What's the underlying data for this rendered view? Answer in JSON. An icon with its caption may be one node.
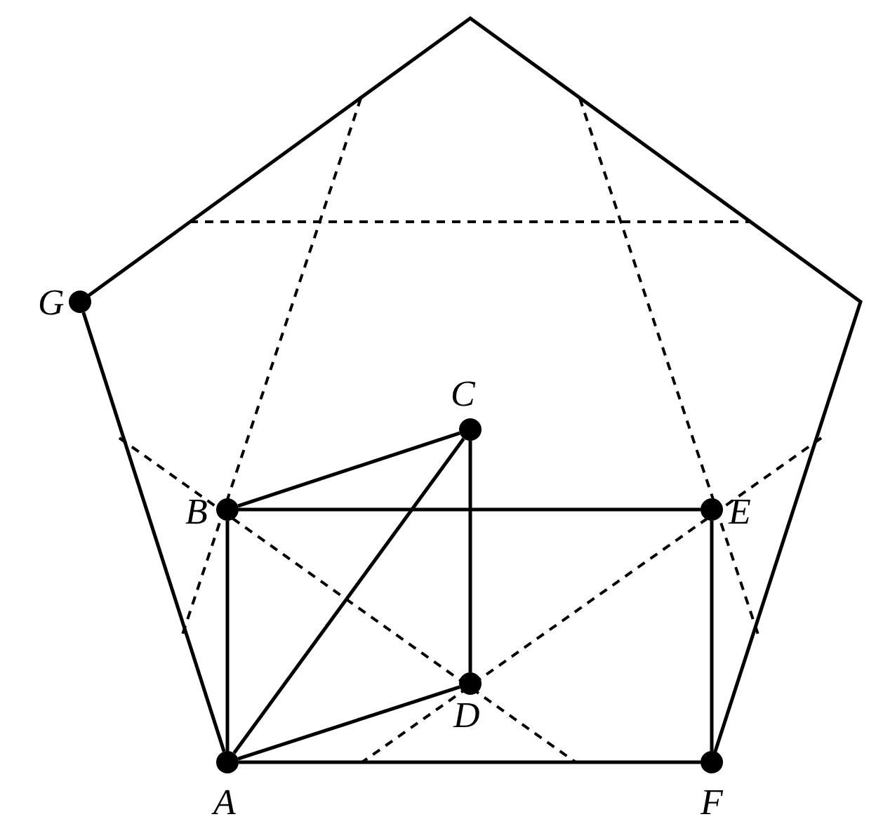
{
  "diagram": {
    "nodes": [
      {
        "text": [
          "G"
        ]
      },
      {
        "text": [
          "C"
        ]
      },
      {
        "text": [
          "B"
        ]
      },
      {
        "text": [
          "E"
        ]
      },
      {
        "text": [
          "D"
        ]
      },
      {
        "text": [
          "A"
        ]
      },
      {
        "text": [
          "F"
        ]
      }
    ],
    "edges": [
      {
        "from": 2,
        "to": 1,
        "arrow": "none"
      },
      {
        "from": 2,
        "to": 3,
        "arrow": "none"
      },
      {
        "from": 1,
        "to": 4,
        "arrow": "none"
      },
      {
        "from": 5,
        "to": 1,
        "arrow": "none"
      },
      {
        "from": 5,
        "to": 4,
        "arrow": "none"
      },
      {
        "from": 5,
        "to": 2,
        "arrow": "none"
      },
      {
        "from": 3,
        "to": 6,
        "arrow": "none"
      },
      {
        "from": 5,
        "to": 6,
        "arrow": "none"
      },
      {
        "from": 5,
        "to": 0,
        "arrow": "none"
      }
    ]
  }
}
